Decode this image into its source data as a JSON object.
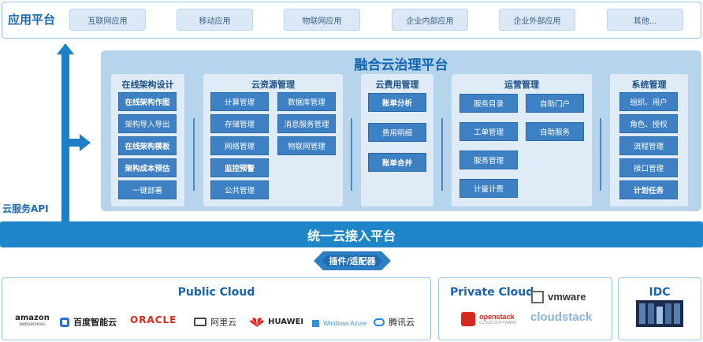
{
  "app_platform": {
    "title": "应用平台",
    "items": [
      "互联网应用",
      "移动应用",
      "物联网应用",
      "企业内部应用",
      "企业外部应用",
      "其他..."
    ]
  },
  "cloud_api_label": "云服务API",
  "governance": {
    "title": "融合云治理平台",
    "columns": {
      "online_arch": {
        "title": "在线架构设计",
        "items": [
          "在线架构作图",
          "架构导入导出",
          "在线架构模板",
          "架构成本预估",
          "一键部署"
        ]
      },
      "cloud_resource": {
        "title": "云资源管理",
        "left_items": [
          "计算管理",
          "存储管理",
          "网络管理",
          "监控预警",
          "公共管理"
        ],
        "right_items": [
          "数据库管理",
          "消息服务管理",
          "物联网管理"
        ]
      },
      "cloud_cost": {
        "title": "云费用管理",
        "items": [
          "账单分析",
          "费用明细",
          "账单合并"
        ]
      },
      "operations": {
        "title": "运营管理",
        "left_items": [
          "服务目录",
          "工单管理",
          "服务管理",
          "计量计费"
        ],
        "right_items": [
          "自助门户",
          "自助服务"
        ]
      },
      "system": {
        "title": "系统管理",
        "items": [
          "组织、用户",
          "角色、授权",
          "流程管理",
          "接口管理",
          "计划任务"
        ]
      }
    }
  },
  "access_platform": "统一云接入平台",
  "plugin_label": "插件/适配器",
  "public_cloud": {
    "title": "Public Cloud",
    "logos": {
      "amazon": "amazon",
      "amazon_sub": "webservices",
      "baidu": "百度智能云",
      "oracle": "ORACLE",
      "aliyun": "阿里云",
      "huawei": "HUAWEI",
      "azure": "Windows Azure",
      "tencent": "腾讯云"
    }
  },
  "private_cloud": {
    "title": "Private Cloud",
    "logos": {
      "vmware": "vmware",
      "openstack": "openstack",
      "openstack_sub": "CLOUD SOFTWARE",
      "cloudstack": "cloudstack"
    }
  },
  "idc": {
    "title": "IDC"
  },
  "colors": {
    "primary": "#1e86c8",
    "button": "#3d80c3",
    "panel": "#b6d4ec",
    "column": "#dfecf7"
  }
}
